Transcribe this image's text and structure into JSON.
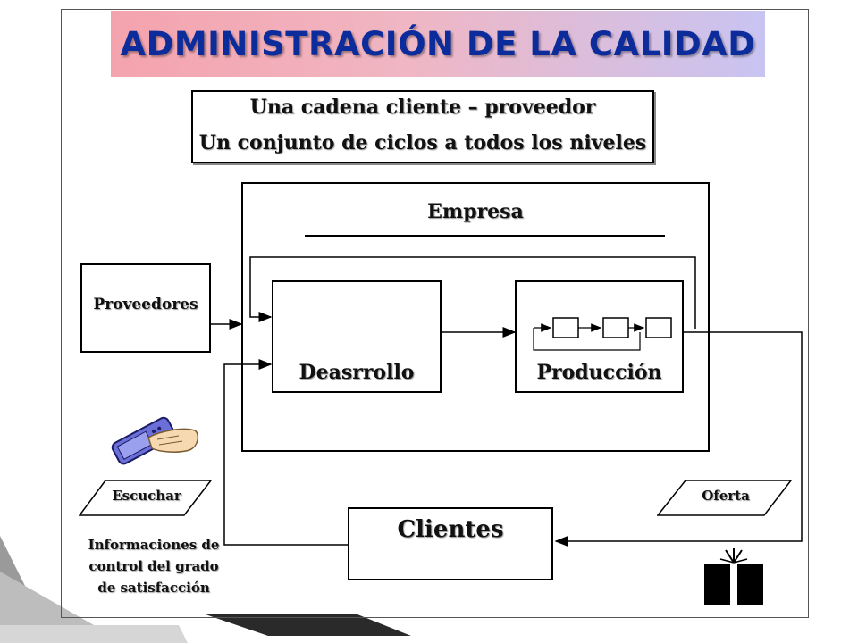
{
  "title": "ADMINISTRACIÓN DE LA CALIDAD",
  "subtitle": {
    "line1": "Una cadena cliente – proveedor",
    "line2": "Un conjunto de ciclos a todos los niveles"
  },
  "nodes": {
    "empresa": "Empresa",
    "proveedores": "Proveedores",
    "desarrollo": "Deasrrollo",
    "produccion": "Producción",
    "clientes": "Clientes",
    "escuchar": "Escuchar",
    "oferta": "Oferta"
  },
  "note": {
    "line1": "Informaciones de",
    "line2": "control del grado",
    "line3": "de satisfacción"
  },
  "icons": {
    "phone": "phone-hand-icon",
    "gift": "gift-icon"
  }
}
